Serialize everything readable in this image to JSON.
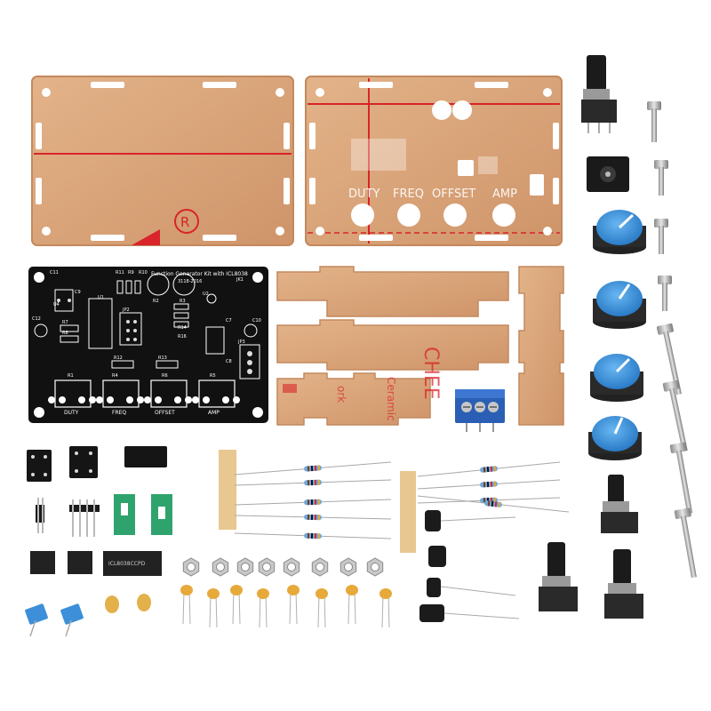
{
  "pcb": {
    "title": "Function Generator Kit with ICL8038",
    "date": "3118-2016",
    "labels": {
      "duty": "DUTY",
      "freq": "FREQ",
      "offset": "OFFSET",
      "amp": "AMP"
    },
    "designators": [
      "C11",
      "R11",
      "R9",
      "R10",
      "JK1",
      "U4",
      "C9",
      "U1",
      "R2",
      "R3",
      "U2",
      "C12",
      "R7",
      "R8",
      "JP2",
      "R14",
      "R16",
      "C7",
      "C10",
      "R12",
      "R13",
      "JP3",
      "R1",
      "R4",
      "R6",
      "R5",
      "C8"
    ]
  },
  "acrylic": {
    "labels": {
      "duty": "DUTY",
      "freq": "FREQ",
      "offset": "OFFSET",
      "amp": "AMP"
    }
  },
  "tape": {
    "text1": "CHEE",
    "text2": "Ceramic",
    "text3": "ork"
  },
  "chip": {
    "label": "ICL8038CCPD"
  },
  "colors": {
    "acrylic": "#d9a57b",
    "acrylic_edge": "#c4895d",
    "pcb": "#111111",
    "knob_cap": "#3c8fd8",
    "knob_body": "#2a2a2a",
    "terminal": "#2b5fb5",
    "jumper": "#2fa36d",
    "red_line": "#d8242a"
  }
}
